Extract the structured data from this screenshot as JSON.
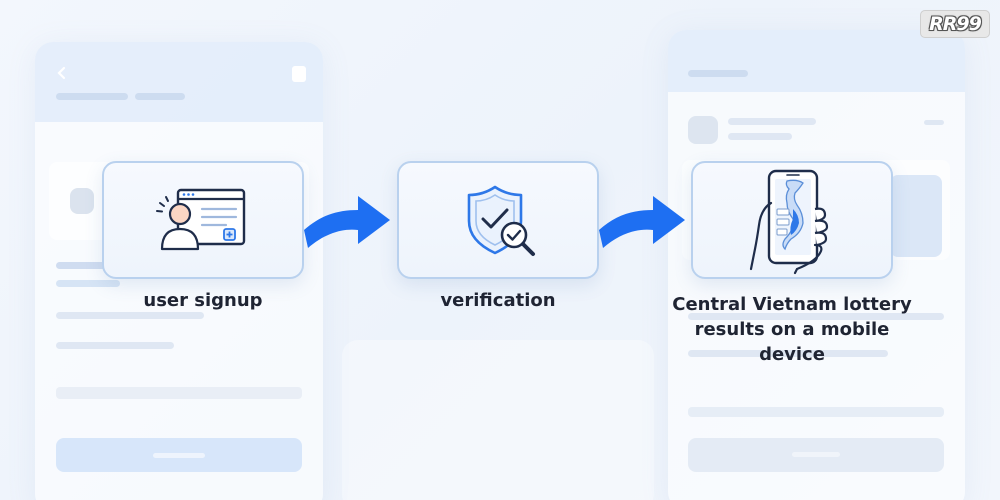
{
  "logo": {
    "text": "RR99"
  },
  "steps": [
    {
      "label": "user signup",
      "icon": "user-signup-icon"
    },
    {
      "label": "verification",
      "icon": "shield-check-icon"
    },
    {
      "label": "Central Vietnam lottery results on a mobile device",
      "icon": "phone-map-icon"
    }
  ],
  "colors": {
    "arrow": "#1e6ff2",
    "icon_stroke": "#1f2d4a",
    "icon_accent": "#2e78e8",
    "card_border": "#b9d1ee"
  }
}
